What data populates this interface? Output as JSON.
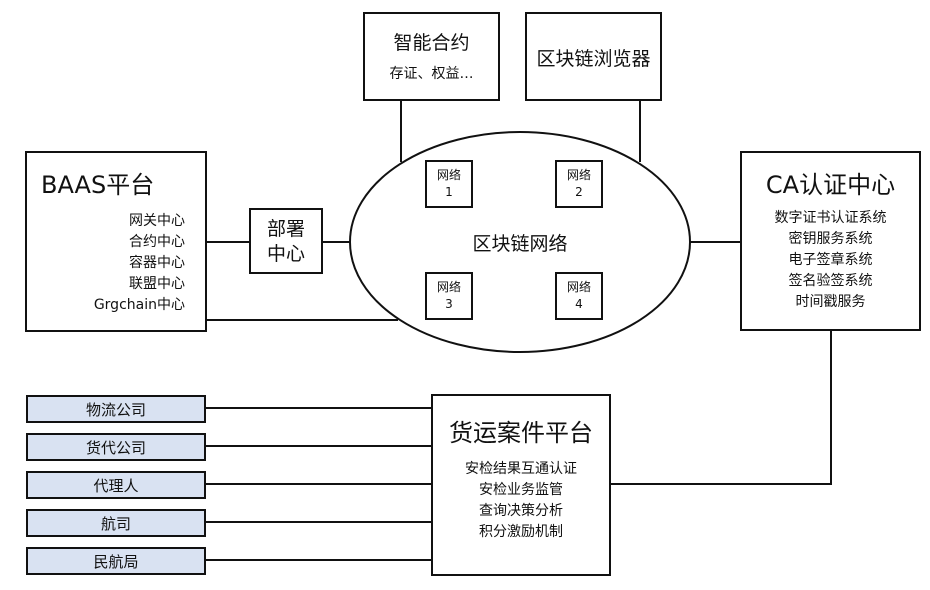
{
  "smart_contract": {
    "title": "智能合约",
    "subtitle": "存证、权益…"
  },
  "explorer": {
    "title": "区块链浏览器"
  },
  "baas": {
    "title": "BAAS平台",
    "items": [
      "网关中心",
      "合约中心",
      "容器中心",
      "联盟中心",
      "Grgchain中心"
    ]
  },
  "deploy": {
    "title_line1": "部署",
    "title_line2": "中心"
  },
  "network": {
    "title": "区块链网络",
    "nodes": [
      {
        "label": "网络",
        "num": "1"
      },
      {
        "label": "网络",
        "num": "2"
      },
      {
        "label": "网络",
        "num": "3"
      },
      {
        "label": "网络",
        "num": "4"
      }
    ]
  },
  "ca": {
    "title": "CA认证中心",
    "items": [
      "数字证书认证系统",
      "密钥服务系统",
      "电子签章系统",
      "签名验签系统",
      "时间戳服务"
    ]
  },
  "freight": {
    "title": "货运案件平台",
    "items": [
      "安检结果互通认证",
      "安检业务监管",
      "查询决策分析",
      "积分激励机制"
    ]
  },
  "parties": [
    "物流公司",
    "货代公司",
    "代理人",
    "航司",
    "民航局"
  ],
  "colors": {
    "party_fill": "#d9e2f2",
    "stroke": "#111111"
  }
}
